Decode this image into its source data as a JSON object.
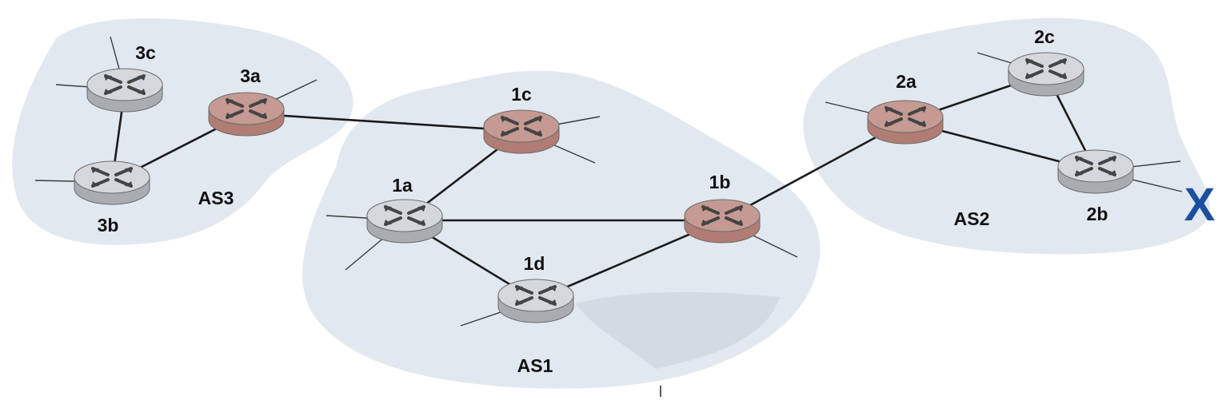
{
  "colors": {
    "cloud": "#e2e8f0",
    "link": "#1a1a1a",
    "stub": "#3a3a3a",
    "gateway_top": "#c49a92",
    "gateway_side": "#b07c74",
    "internal_top": "#d4d8dc",
    "internal_side": "#a9adb2",
    "router_arrows": "#444444",
    "failure_mark": "#1c4fa0"
  },
  "autonomous_systems": [
    {
      "id": "AS3",
      "label": "AS3"
    },
    {
      "id": "AS1",
      "label": "AS1"
    },
    {
      "id": "AS2",
      "label": "AS2"
    }
  ],
  "routers": [
    {
      "id": "3c",
      "label": "3c",
      "type": "internal",
      "as": "AS3"
    },
    {
      "id": "3a",
      "label": "3a",
      "type": "gateway",
      "as": "AS3"
    },
    {
      "id": "3b",
      "label": "3b",
      "type": "internal",
      "as": "AS3"
    },
    {
      "id": "1c",
      "label": "1c",
      "type": "gateway",
      "as": "AS1"
    },
    {
      "id": "1a",
      "label": "1a",
      "type": "internal",
      "as": "AS1"
    },
    {
      "id": "1b",
      "label": "1b",
      "type": "gateway",
      "as": "AS1"
    },
    {
      "id": "1d",
      "label": "1d",
      "type": "internal",
      "as": "AS1"
    },
    {
      "id": "2a",
      "label": "2a",
      "type": "gateway",
      "as": "AS2"
    },
    {
      "id": "2c",
      "label": "2c",
      "type": "internal",
      "as": "AS2"
    },
    {
      "id": "2b",
      "label": "2b",
      "type": "internal",
      "as": "AS2"
    }
  ],
  "links": [
    [
      "3c",
      "3b"
    ],
    [
      "3b",
      "3a"
    ],
    [
      "3a",
      "1c"
    ],
    [
      "1c",
      "1a"
    ],
    [
      "1a",
      "1b"
    ],
    [
      "1a",
      "1d"
    ],
    [
      "1d",
      "1b"
    ],
    [
      "1b",
      "2a"
    ],
    [
      "2a",
      "2c"
    ],
    [
      "2a",
      "2b"
    ],
    [
      "2c",
      "2b"
    ]
  ],
  "failure_marker": {
    "label": "X",
    "attached_to": "2b"
  }
}
